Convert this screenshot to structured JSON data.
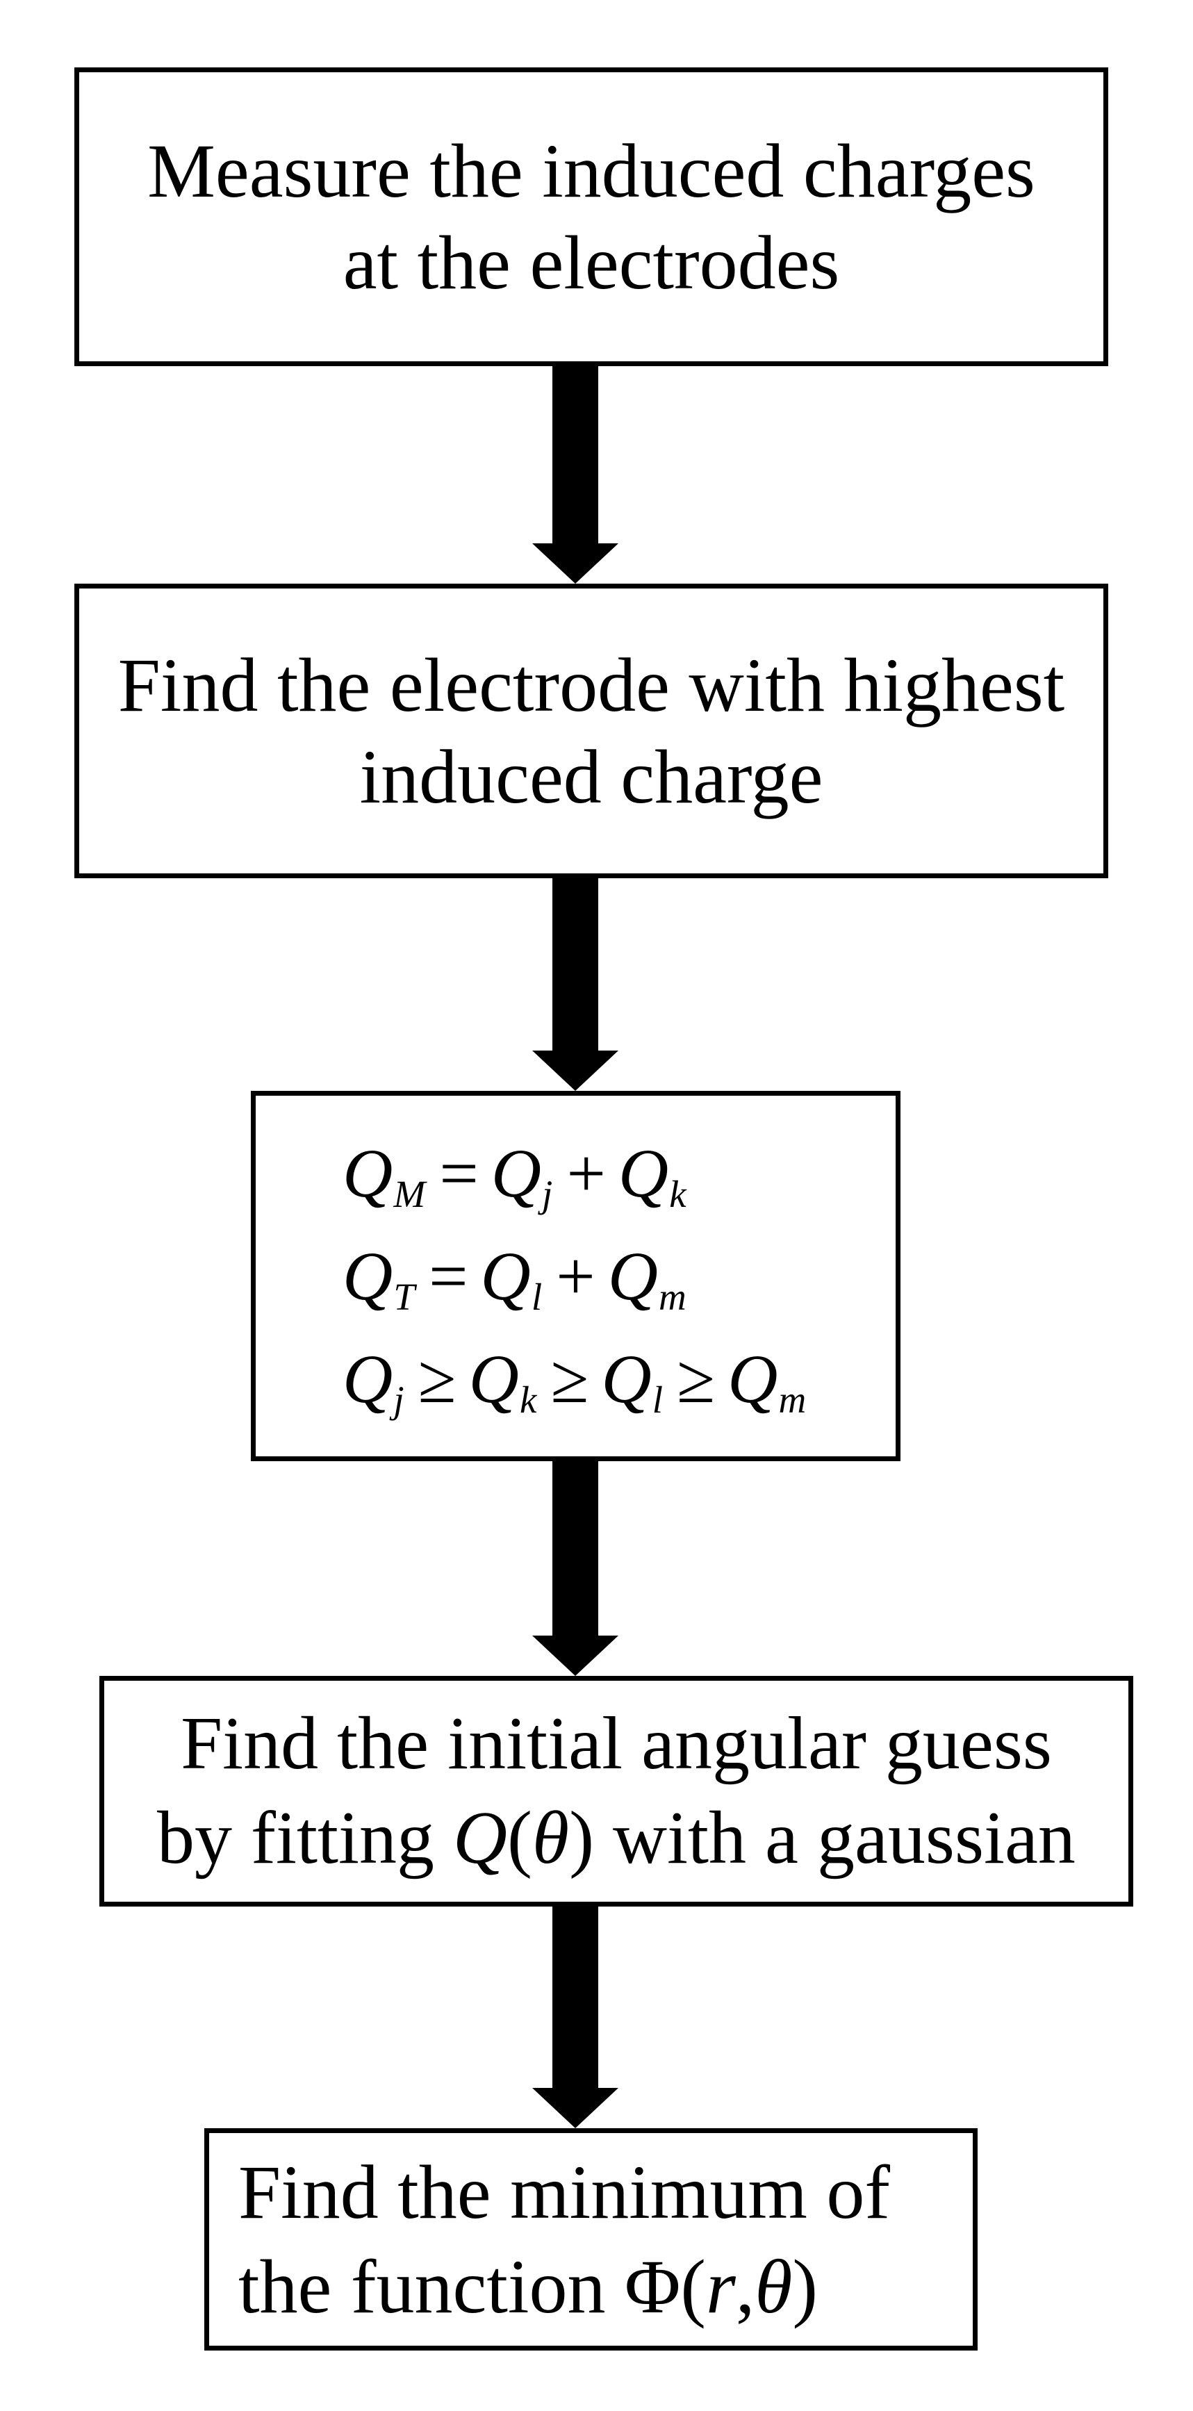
{
  "figure": {
    "background_color": "#ffffff",
    "ink_color": "#000000",
    "icons": {
      "connector": "down-arrow"
    }
  },
  "boxes": {
    "box1": {
      "line1": "Measure the induced charges",
      "line2": "at the electrodes"
    },
    "box2": {
      "line1": "Find the electrode with highest",
      "line2": "induced charge"
    },
    "box3": {
      "eq1": {
        "q0": "Q",
        "s0": "M",
        "op1": "=",
        "q1": "Q",
        "s1": "j",
        "op2": "+",
        "q2": "Q",
        "s2": "k"
      },
      "eq2": {
        "q0": "Q",
        "s0": "T",
        "op1": "=",
        "q1": "Q",
        "s1": "l",
        "op2": "+",
        "q2": "Q",
        "s2": "m"
      },
      "eq3": {
        "q0": "Q",
        "s0": "j",
        "op1": "≥",
        "q1": "Q",
        "s1": "k",
        "op2": "≥",
        "q2": "Q",
        "s2": "l",
        "op3": "≥",
        "q3": "Q",
        "s3": "m"
      }
    },
    "box4": {
      "line1": "Find the initial angular guess",
      "line2_pre": "by fitting ",
      "line2_q": "Q",
      "line2_open": "(",
      "line2_theta": "θ",
      "line2_close": ")",
      "line2_post": " with a gaussian"
    },
    "box5": {
      "line1": "Find the minimum of",
      "line2_pre": "the function ",
      "line2_phi": "Φ",
      "line2_open": "(",
      "line2_r": "r",
      "line2_comma": ",",
      "line2_theta": "θ",
      "line2_close": ")"
    }
  }
}
